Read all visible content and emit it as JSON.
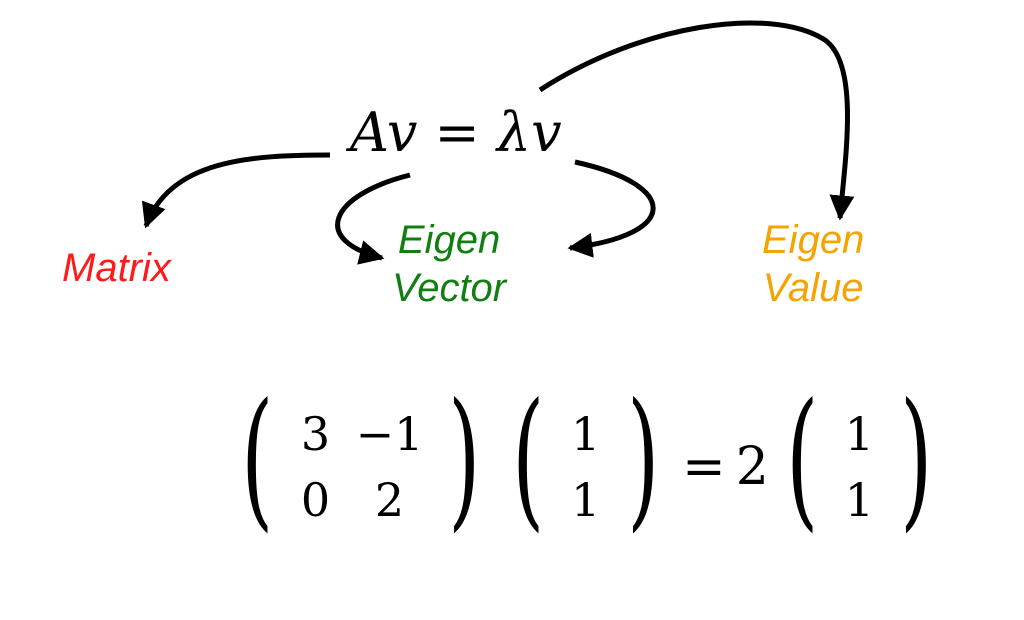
{
  "equation": {
    "lhs_matrix": "A",
    "lhs_vector": "v",
    "equals": "=",
    "rhs_scalar": "λ",
    "rhs_vector": "v"
  },
  "labels": {
    "matrix": [
      "Matrix"
    ],
    "eigen_vector": [
      "Eigen",
      "Vector"
    ],
    "eigen_value": [
      "Eigen",
      "Value"
    ]
  },
  "colors": {
    "matrix": "#ff1a1a",
    "eigen_vector": "#127e12",
    "eigen_value": "#f5a300",
    "arrow": "#000000"
  },
  "example": {
    "matrix": [
      [
        "3",
        "−1"
      ],
      [
        "0",
        "2"
      ]
    ],
    "vector": [
      "1",
      "1"
    ],
    "equals": "=",
    "eigenvalue": "2",
    "result_vector": [
      "1",
      "1"
    ]
  }
}
